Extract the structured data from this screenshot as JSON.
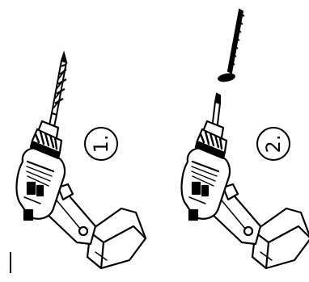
{
  "steps": [
    {
      "number_label": "1.",
      "tool": "drill-bit"
    },
    {
      "number_label": "2.",
      "tool": "screwdriver-bit-and-screw"
    }
  ],
  "colors": {
    "line": "#000000",
    "background": "#ffffff"
  }
}
